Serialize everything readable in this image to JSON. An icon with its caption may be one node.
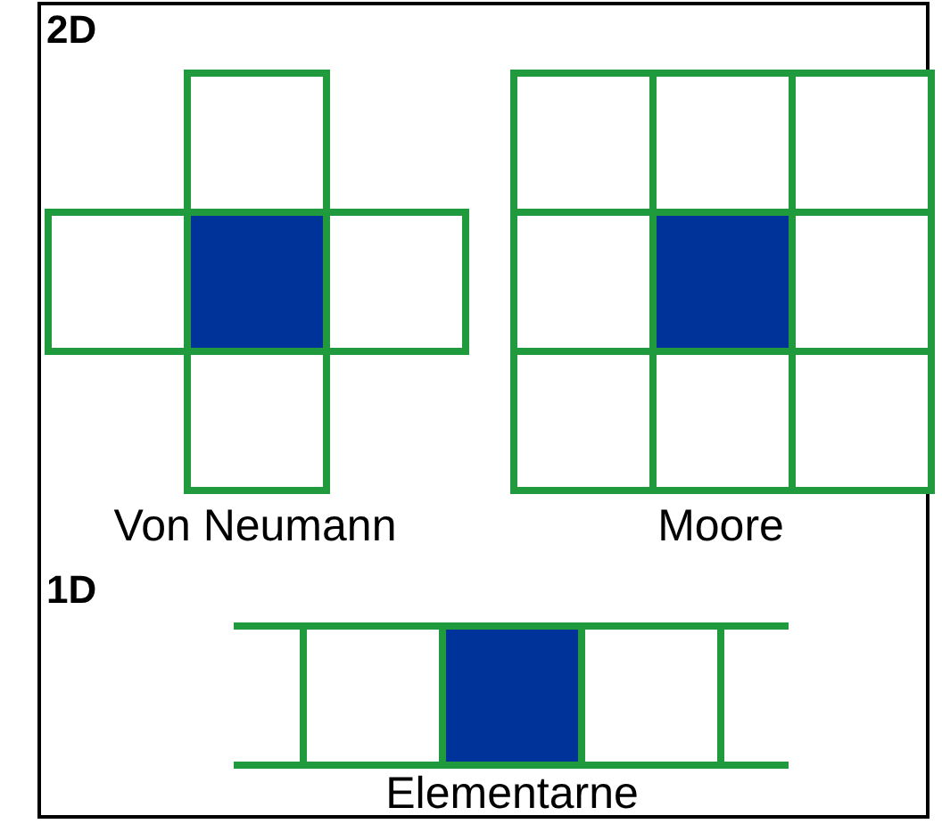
{
  "diagram": {
    "labels": [
      "2D",
      "Von Neumann",
      "Moore",
      "1D",
      "Elementarne"
    ]
  }
}
